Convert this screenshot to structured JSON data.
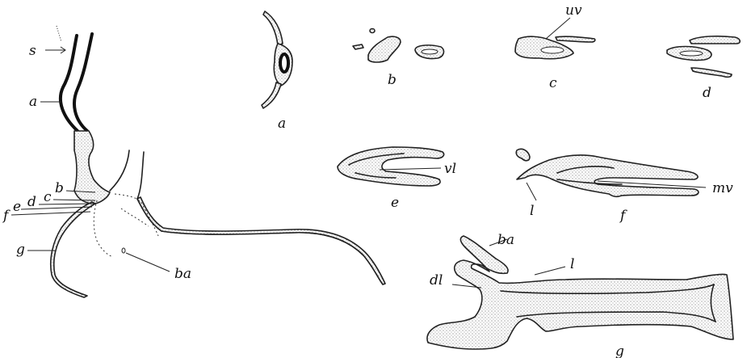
{
  "main_figure": {
    "labels": {
      "s": "s",
      "a": "a",
      "b": "b",
      "c": "c",
      "d": "d",
      "e": "e",
      "f": "f",
      "g": "g",
      "ba": "ba"
    }
  },
  "sections": {
    "a": {
      "caption": "a"
    },
    "b": {
      "caption": "b"
    },
    "c": {
      "caption": "c",
      "label": "uv"
    },
    "d": {
      "caption": "d"
    },
    "e": {
      "caption": "e",
      "label": "vl"
    },
    "f": {
      "caption": "f",
      "label_l": "l",
      "label_mv": "mv"
    },
    "g": {
      "caption": "g",
      "label_ba": "ba",
      "label_l": "l",
      "label_dl": "dl"
    }
  }
}
